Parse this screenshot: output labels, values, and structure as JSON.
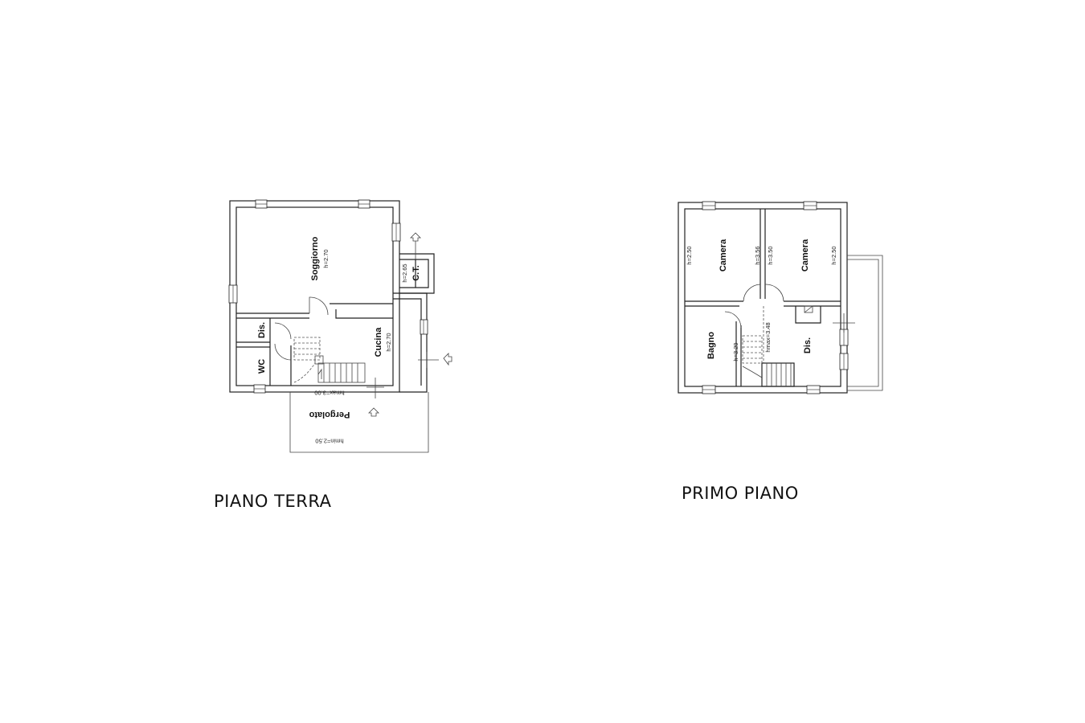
{
  "ground_floor": {
    "title": "PIANO TERRA",
    "rooms": {
      "soggiorno": "Soggiorno",
      "soggiorno_h": "h=2.70",
      "ct": "C.T.",
      "ct_h": "h=2.65",
      "dis": "Dis.",
      "wc": "WC",
      "cucina": "Cucina",
      "cucina_h": "h=2.70",
      "pergolato": "Pergolato",
      "pergolato_hmax": "hmax=3.00",
      "pergolato_hmin": "hmin=2.50"
    }
  },
  "first_floor": {
    "title": "PRIMO PIANO",
    "rooms": {
      "camera1": "Camera",
      "camera1_h_left": "h=2.50",
      "camera1_h_right": "h=3.56",
      "camera2": "Camera",
      "camera2_h_left": "h=3.50",
      "camera2_h_right": "h=2.50",
      "bagno": "Bagno",
      "bagno_h": "h=3.29",
      "stair_hmax": "hmax=3.48",
      "dis": "Dis."
    }
  }
}
